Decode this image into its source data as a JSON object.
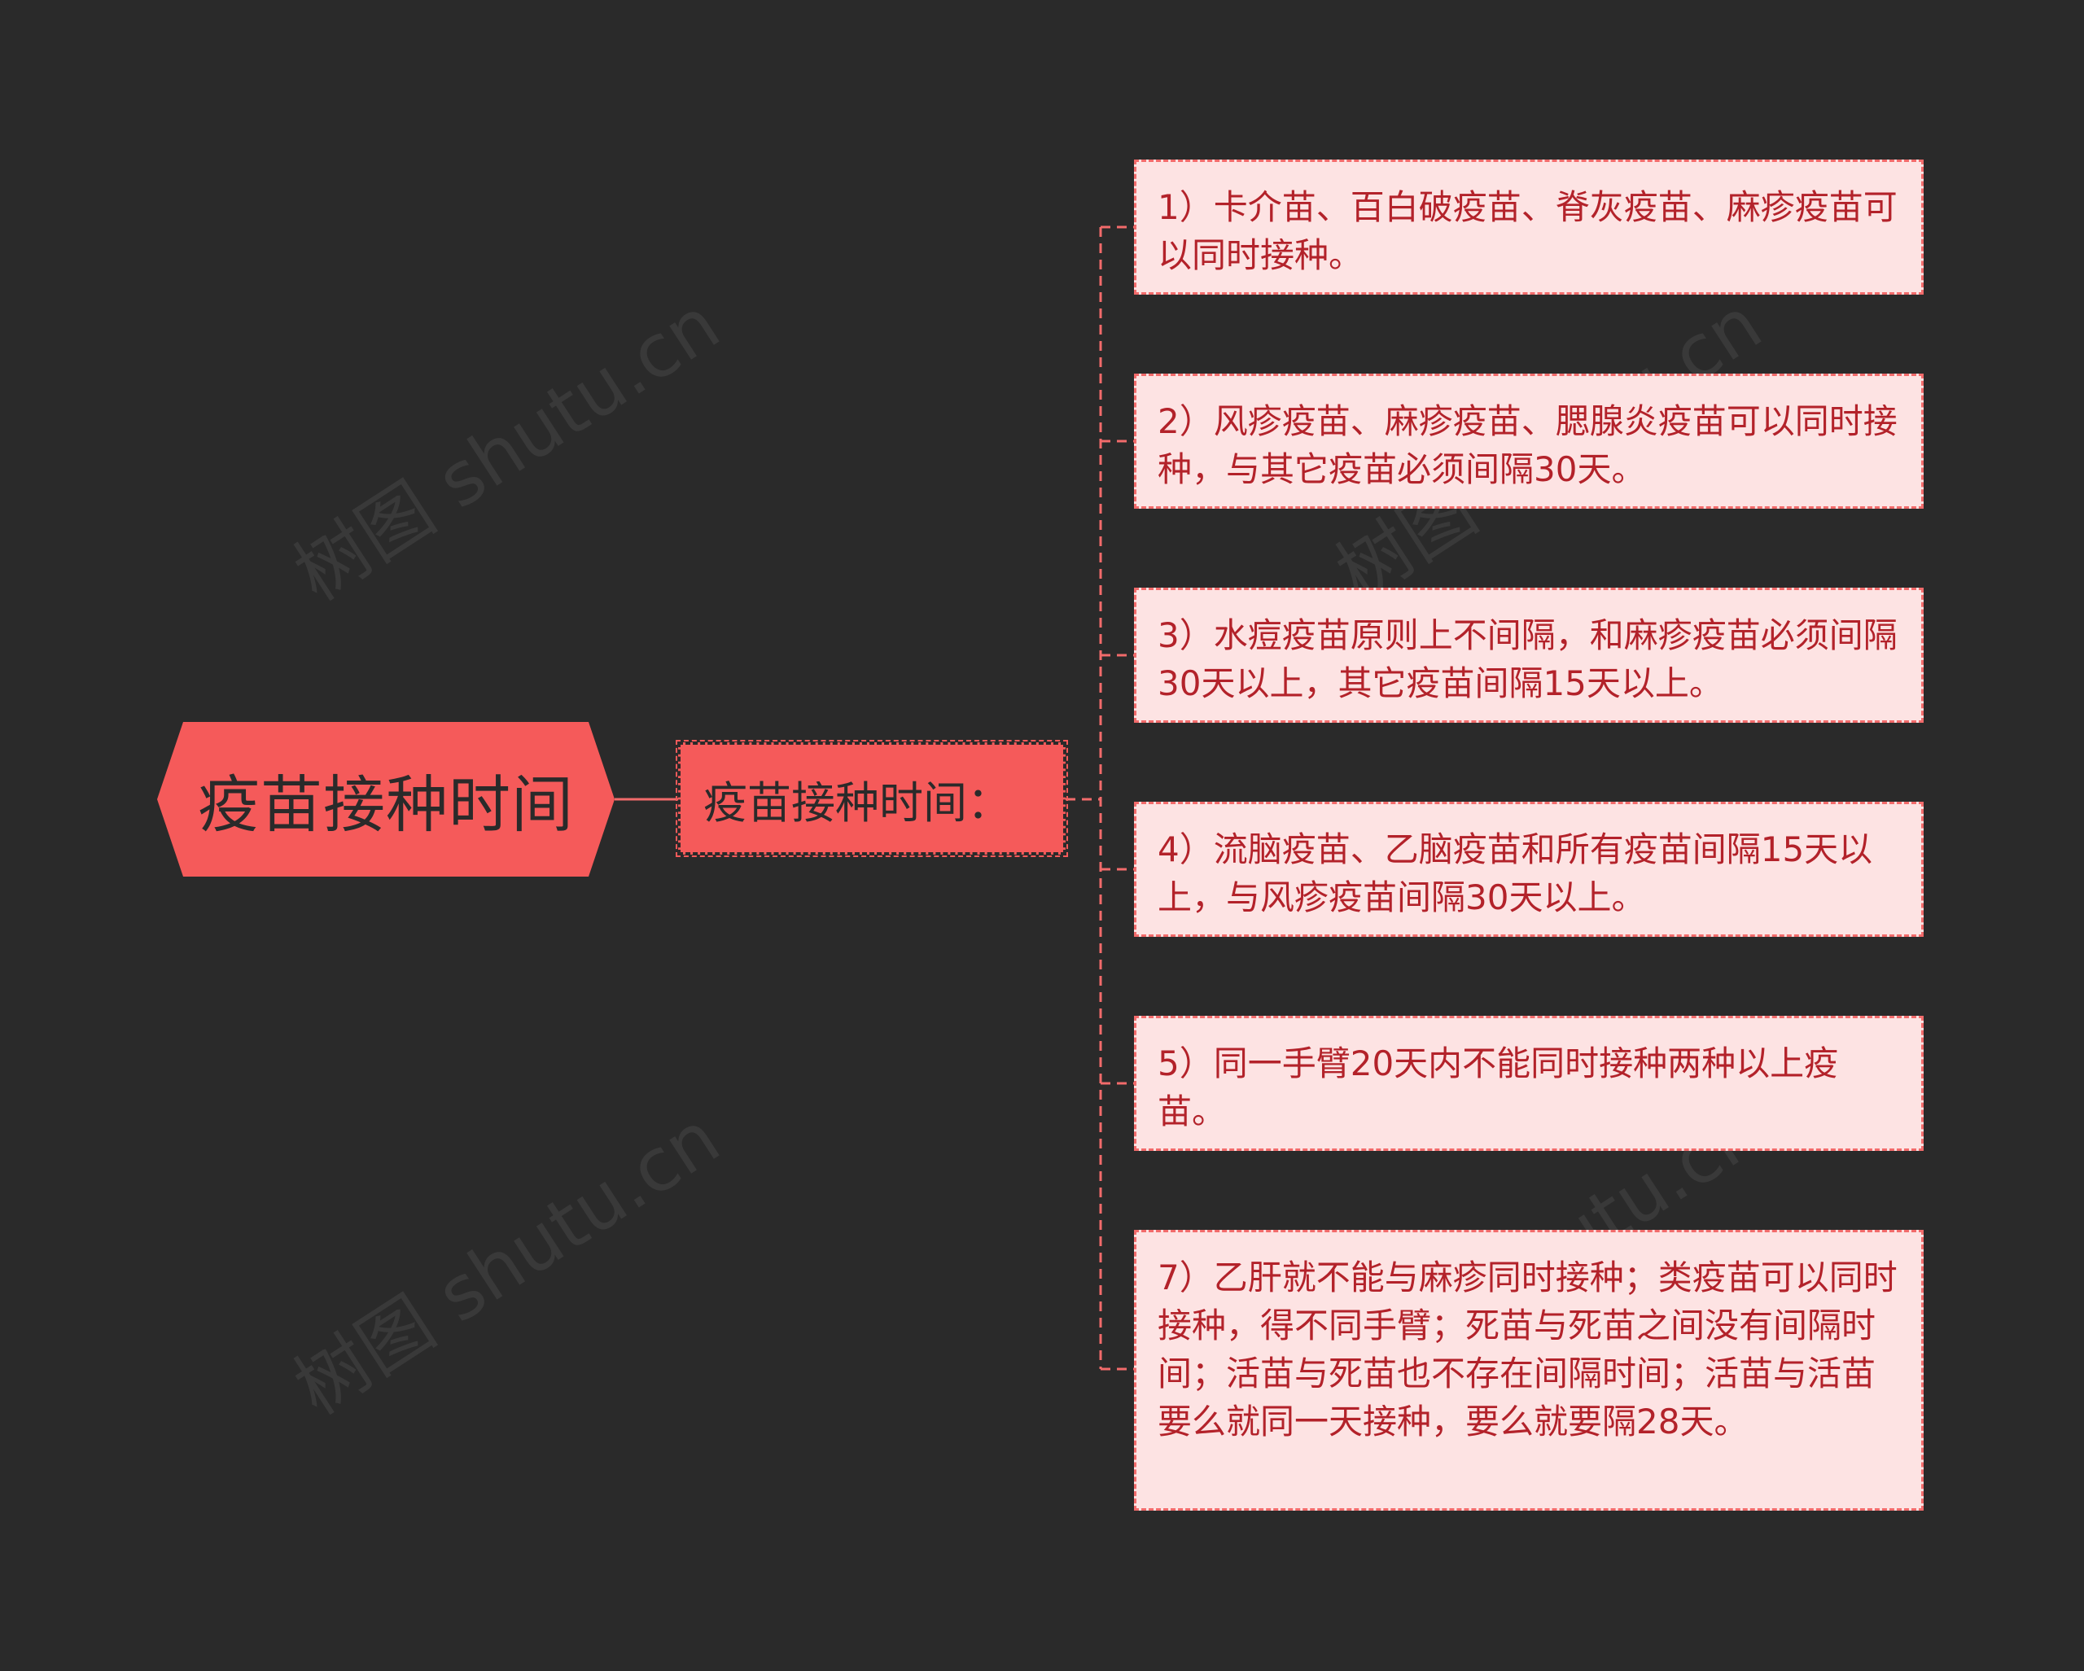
{
  "root": {
    "title": "疫苗接种时间"
  },
  "subtopic": {
    "label": "疫苗接种时间："
  },
  "items": [
    {
      "text": "1）卡介苗、百白破疫苗、脊灰疫苗、麻疹疫苗可以同时接种。"
    },
    {
      "text": "2）风疹疫苗、麻疹疫苗、腮腺炎疫苗可以同时接种，与其它疫苗必须间隔30天。"
    },
    {
      "text": "3）水痘疫苗原则上不间隔，和麻疹疫苗必须间隔30天以上，其它疫苗间隔15天以上。"
    },
    {
      "text": "4）流脑疫苗、乙脑疫苗和所有疫苗间隔15天以上，与风疹疫苗间隔30天以上。"
    },
    {
      "text": "5）同一手臂20天内不能同时接种两种以上疫苗。"
    },
    {
      "text": "7）乙肝就不能与麻疹同时接种；类疫苗可以同时接种，得不同手臂；死苗与死苗之间没有间隔时间；活苗与死苗也不存在间隔时间；活苗与活苗要么就同一天接种，要么就要隔28天。"
    }
  ],
  "watermark": {
    "text": "树图 shutu.cn"
  },
  "colors": {
    "background": "#2a2a2a",
    "accent": "#f55a5a",
    "leaf_fill": "#fde3e3",
    "leaf_text": "#b3222a",
    "connector": "#f26b6b"
  }
}
